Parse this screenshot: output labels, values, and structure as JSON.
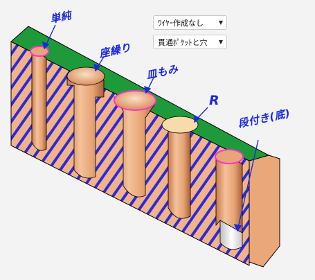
{
  "dropdowns": [
    {
      "selected": "ﾜｲﾔｰ作成なし"
    },
    {
      "selected": "貫通ﾎﾟｹｯﾄと穴"
    }
  ],
  "callouts": {
    "simple": "単純",
    "counterbore": "座繰り",
    "countersink": "皿もみ",
    "radius": "R",
    "stepped": "段付き(底)"
  },
  "colors": {
    "top_face": "#1f9a3a",
    "hatch_face": "#f2b38a",
    "hatch_line": "#2b2bd6",
    "bore": "#e8a070",
    "callout": "#1a2ae0"
  }
}
